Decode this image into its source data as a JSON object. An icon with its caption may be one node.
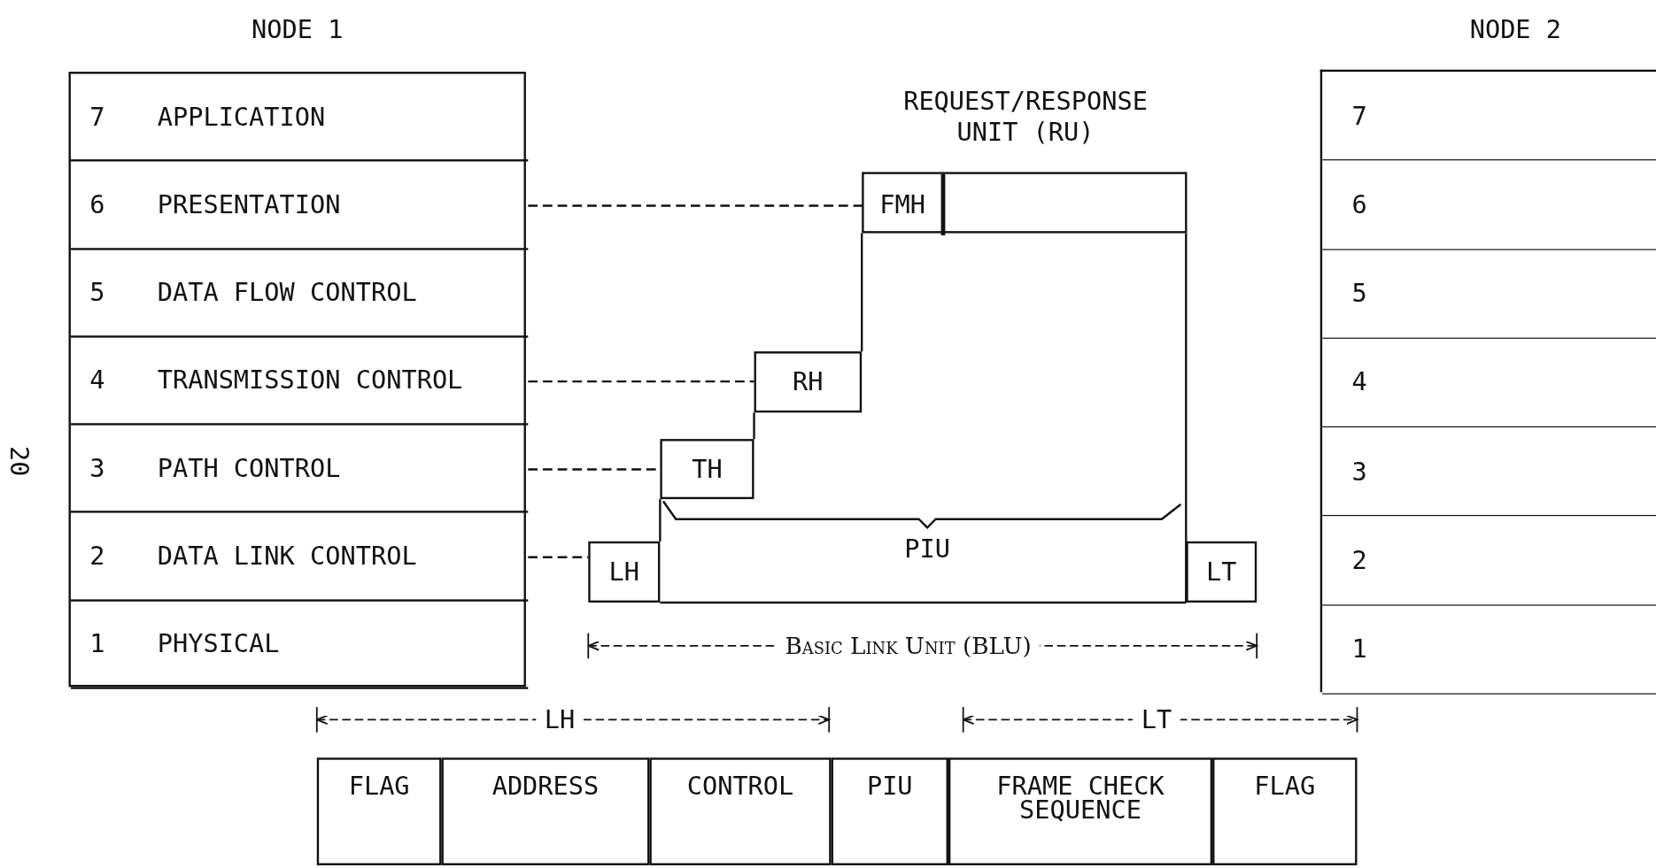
{
  "diagram": {
    "nodes": [
      {
        "text": [
          "NODE 1"
        ]
      },
      {
        "text": [
          "7",
          "APPLICATION"
        ],
        "in": 0
      },
      {
        "text": [
          "6",
          "PRESENTATION"
        ],
        "in": 0
      },
      {
        "text": [
          "5",
          "DATA FLOW CONTROL"
        ],
        "in": 0
      },
      {
        "text": [
          "4",
          "TRANSMISSION CONTROL"
        ],
        "in": 0
      },
      {
        "text": [
          "3",
          "PATH CONTROL"
        ],
        "in": 0
      },
      {
        "text": [
          "2",
          "DATA LINK CONTROL"
        ],
        "in": 0
      },
      {
        "text": [
          "1",
          "PHYSICAL"
        ],
        "in": 0
      },
      {
        "text": [
          "NODE 2"
        ]
      },
      {
        "text": [
          "7"
        ],
        "in": 8
      },
      {
        "text": [
          "6"
        ],
        "in": 8
      },
      {
        "text": [
          "5"
        ],
        "in": 8
      },
      {
        "text": [
          "4"
        ],
        "in": 8
      },
      {
        "text": [
          "3"
        ],
        "in": 8
      },
      {
        "text": [
          "2"
        ],
        "in": 8
      },
      {
        "text": [
          "1"
        ],
        "in": 8
      },
      {
        "text": [
          "REQUEST/RESPONSE UNIT (RU)"
        ]
      },
      {
        "text": [
          "FMH"
        ],
        "in": 16
      },
      {
        "text": [
          "RH"
        ]
      },
      {
        "text": [
          "TH"
        ]
      },
      {
        "text": [
          "LH"
        ]
      },
      {
        "text": [
          "LT"
        ]
      },
      {
        "text": [
          "FLAG"
        ]
      },
      {
        "text": [
          "ADDRESS"
        ]
      },
      {
        "text": [
          "CONTROL"
        ]
      },
      {
        "text": [
          "PIU"
        ]
      },
      {
        "text": [
          "FRAME CHECK SEQUENCE"
        ]
      },
      {
        "text": [
          "FLAG"
        ]
      }
    ],
    "edges": [
      {
        "from": 2,
        "to": 17,
        "arrow": "none",
        "style": "dashed"
      },
      {
        "from": 4,
        "to": 18,
        "arrow": "none",
        "style": "dashed"
      },
      {
        "from": 5,
        "to": 19,
        "arrow": "none",
        "style": "dashed"
      },
      {
        "from": 6,
        "to": 20,
        "arrow": "none",
        "style": "dashed"
      }
    ],
    "labels": [
      "20",
      "PIU",
      "Basic Link Unit (BLU)",
      "LH",
      "LT"
    ]
  }
}
